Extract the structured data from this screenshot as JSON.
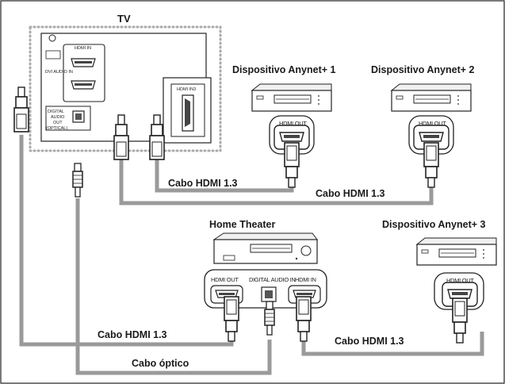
{
  "tv": {
    "title": "TV",
    "ports": {
      "hdmi_in": "HDMI IN",
      "hdmi_in3": "HDMI IN3",
      "optical": [
        "DIGITAL",
        "AUDIO",
        "OUT",
        "(OPTICAL)"
      ],
      "dvi_audio": "DVI AUDIO IN"
    }
  },
  "devices": {
    "anynet1": {
      "title": "Dispositivo Anynet+ 1",
      "port": "HDMI OUT"
    },
    "anynet2": {
      "title": "Dispositivo Anynet+ 2",
      "port": "HDMI OUT"
    },
    "anynet3": {
      "title": "Dispositivo Anynet+ 3",
      "port": "HDMI OUT"
    },
    "home_theater": {
      "title": "Home Theater",
      "ports": [
        "HDMI OUT",
        "DIGITAL AUDIO IN",
        "HDMI IN"
      ]
    }
  },
  "cables": {
    "hdmi_1": "Cabo HDMI 1.3",
    "hdmi_2": "Cabo HDMI 1.3",
    "hdmi_3": "Cabo HDMI 1.3",
    "hdmi_4": "Cabo HDMI 1.3",
    "optical": "Cabo óptico"
  }
}
